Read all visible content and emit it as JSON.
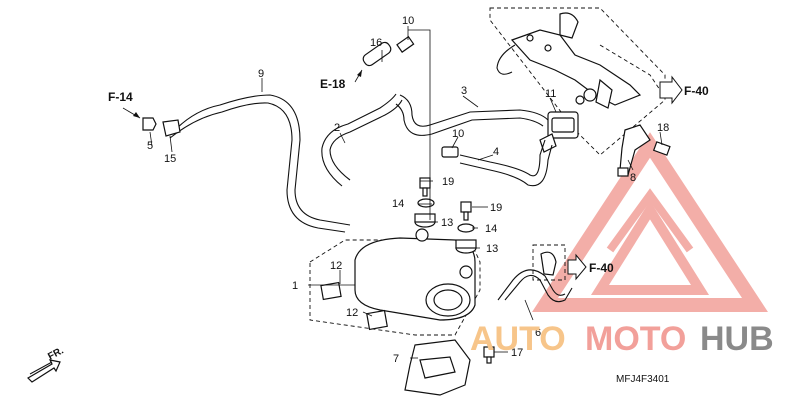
{
  "callouts": [
    {
      "id": "c1",
      "text": "1"
    },
    {
      "id": "c2",
      "text": "2"
    },
    {
      "id": "c3",
      "text": "3"
    },
    {
      "id": "c4",
      "text": "4"
    },
    {
      "id": "c5",
      "text": "5"
    },
    {
      "id": "c6",
      "text": "6"
    },
    {
      "id": "c7",
      "text": "7"
    },
    {
      "id": "c8",
      "text": "8"
    },
    {
      "id": "c9",
      "text": "9"
    },
    {
      "id": "c10a",
      "text": "10"
    },
    {
      "id": "c10b",
      "text": "10"
    },
    {
      "id": "c11",
      "text": "11"
    },
    {
      "id": "c12a",
      "text": "12"
    },
    {
      "id": "c12b",
      "text": "12"
    },
    {
      "id": "c13a",
      "text": "13"
    },
    {
      "id": "c13b",
      "text": "13"
    },
    {
      "id": "c14a",
      "text": "14"
    },
    {
      "id": "c14b",
      "text": "14"
    },
    {
      "id": "c15",
      "text": "15"
    },
    {
      "id": "c16",
      "text": "16"
    },
    {
      "id": "c17",
      "text": "17"
    },
    {
      "id": "c18",
      "text": "18"
    },
    {
      "id": "c19a",
      "text": "19"
    },
    {
      "id": "c19b",
      "text": "19"
    }
  ],
  "references": {
    "f14": "F-14",
    "e18": "E-18",
    "f40_top": "F-40",
    "f40_mid": "F-40",
    "front": "FR."
  },
  "diagram_code": "MFJ4F3401",
  "watermark": {
    "part1": "AUTO",
    "part2": "MOTO",
    "part3": "HUB",
    "color_primary": "#f2a09a",
    "color_secondary": "#f7c58a",
    "color_dark": "#8a8a8a"
  }
}
